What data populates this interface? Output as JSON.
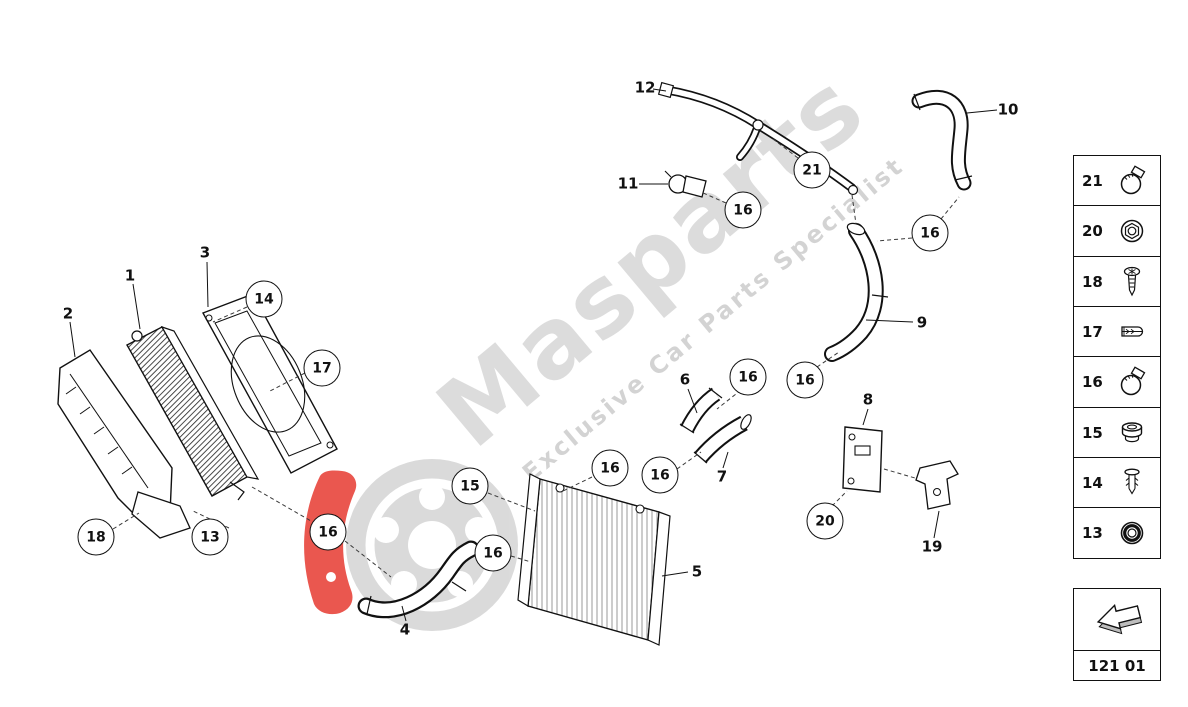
{
  "watermark": {
    "title": "Masparts",
    "subtitle": "Exclusive Car Parts Specialist"
  },
  "page_code": "121 01",
  "labels": [
    {
      "text": "12"
    },
    {
      "text": "10"
    },
    {
      "text": "11"
    },
    {
      "text": "3"
    },
    {
      "text": "1"
    },
    {
      "text": "2"
    },
    {
      "text": "9"
    },
    {
      "text": "6"
    },
    {
      "text": "8"
    },
    {
      "text": "7"
    },
    {
      "text": "19"
    },
    {
      "text": "5"
    },
    {
      "text": "4"
    }
  ],
  "callouts": [
    {
      "text": "21"
    },
    {
      "text": "16"
    },
    {
      "text": "16"
    },
    {
      "text": "14"
    },
    {
      "text": "17"
    },
    {
      "text": "16"
    },
    {
      "text": "16"
    },
    {
      "text": "16"
    },
    {
      "text": "16"
    },
    {
      "text": "15"
    },
    {
      "text": "18"
    },
    {
      "text": "13"
    },
    {
      "text": "16"
    },
    {
      "text": "16"
    },
    {
      "text": "20"
    }
  ],
  "legend": {
    "items": [
      {
        "number": "21",
        "icon": "hose-clamp-icon"
      },
      {
        "number": "20",
        "icon": "flange-nut-icon"
      },
      {
        "number": "18",
        "icon": "screw-icon"
      },
      {
        "number": "17",
        "icon": "spring-clip-icon"
      },
      {
        "number": "16",
        "icon": "hose-clamp-icon"
      },
      {
        "number": "15",
        "icon": "bushing-icon"
      },
      {
        "number": "14",
        "icon": "push-clip-icon"
      },
      {
        "number": "13",
        "icon": "grommet-icon"
      }
    ]
  }
}
